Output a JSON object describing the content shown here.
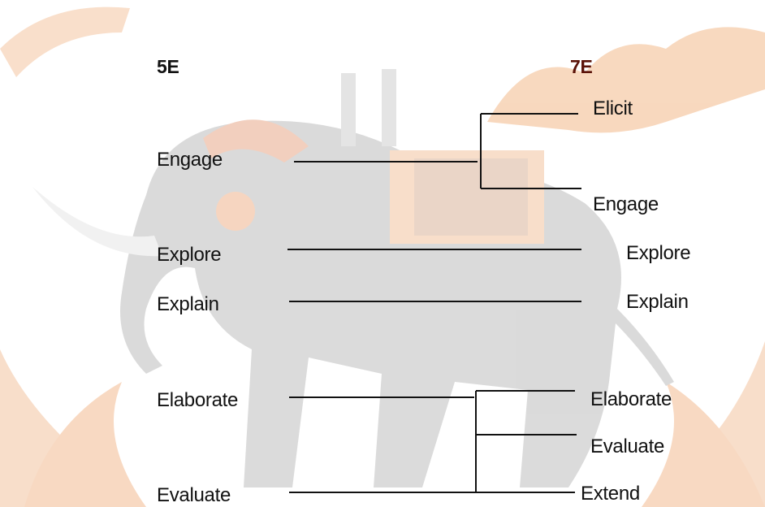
{
  "headers": {
    "left": "5E",
    "right": "7E"
  },
  "left_stages": [
    "Engage",
    "Explore",
    "Explain",
    "Elaborate",
    "Evaluate"
  ],
  "right_stages": [
    "Elicit",
    "Engage",
    "Explore",
    "Explain",
    "Elaborate",
    "Evaluate",
    "Extend"
  ],
  "mapping": [
    {
      "from": "Engage",
      "to": [
        "Elicit",
        "Engage"
      ]
    },
    {
      "from": "Explore",
      "to": [
        "Explore"
      ]
    },
    {
      "from": "Explain",
      "to": [
        "Explain"
      ]
    },
    {
      "from": "Elaborate",
      "to": [
        "Elaborate",
        "Evaluate"
      ]
    },
    {
      "from": "Evaluate",
      "to": [
        "Extend"
      ]
    }
  ],
  "colors": {
    "line": "#111111",
    "watermark_gray": "#cfcfcf",
    "watermark_orange": "#f6c9a8",
    "header_7e": "#5a1208"
  }
}
